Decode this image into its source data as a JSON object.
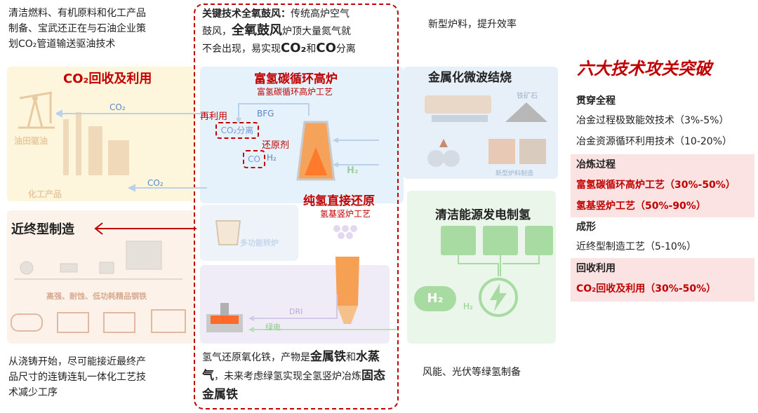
{
  "top_left_text": [
    "清洁燃料、有机原料和化工产品",
    "制备、宝武还正在与石油企业策",
    "划CO₂管道输送驱油技术"
  ],
  "top_right_text": "新型炉料，提升效率",
  "center_top": {
    "title": "关键技术全氧鼓风：",
    "line1_rest": "传统高炉空气",
    "line2_a": "鼓风，",
    "line2_b": "全氧鼓风",
    "line2_c": "炉顶大量氮气就",
    "line3_a": "不会出现，易实现",
    "line3_b": "CO₂",
    "line3_c": "和",
    "line3_d": "CO",
    "line3_e": "分离"
  },
  "co2_panel": {
    "title": "CO₂回收及利用",
    "co2_arrow_label": "CO₂",
    "co2_arrow_label2": "CO₂",
    "oil_label": "油田驱油",
    "chem_label": "化工产品"
  },
  "furnace_panel": {
    "title": "富氢碳循环高炉",
    "subtitle": "富氢碳循环高炉工艺",
    "recycle": "再利用",
    "co2_sep": "CO₂分离",
    "reductant": "还原剂",
    "co_h2": "CO  H₂",
    "bfg": "BFG",
    "h2": "H₂",
    "multi_furnace": "多功能转炉"
  },
  "microwave_panel": {
    "title": "金属化微波结烧",
    "ore": "铁矿石",
    "new_charge": "新型炉料制造"
  },
  "dri_panel": {
    "title": "纯氢直接还原",
    "subtitle": "氢基竖炉工艺",
    "dri": "DRI",
    "green_power": "绿电"
  },
  "energy_panel": {
    "title": "清洁能源发电制氢",
    "h2_tank": "H₂",
    "h2_small": "H₂"
  },
  "near_net": {
    "title": "近终型制造",
    "steel_label": "高强、耐蚀、低功耗精品钢铁"
  },
  "bottom_left_text": [
    "从浇铸开始，尽可能接近最终产",
    "品尺寸的连铸连轧一体化工艺技",
    "术减少工序"
  ],
  "bottom_center": {
    "a": "氢气还原氧化铁，产物是",
    "b": "金属铁",
    "c": "和",
    "d": "水蒸气",
    "e": "，未来考虑绿氢实现全氢竖",
    "f": "炉冶炼",
    "g": "固态金属铁"
  },
  "bottom_right_text": "风能、光伏等绿氢制备",
  "sidebar": {
    "heading": "六大技术攻关突破",
    "items": [
      {
        "label": "贯穿全程",
        "style": "section"
      },
      {
        "label": "冶金过程极致能效技术（3%-5%）",
        "style": "normal"
      },
      {
        "label": "冶金资源循环利用技术（10-20%）",
        "style": "normal"
      },
      {
        "label": "冶炼过程",
        "style": "section-hl"
      },
      {
        "label": "富氢碳循环高炉工艺（30%-50%）",
        "style": "red-hl"
      },
      {
        "label": "氢基竖炉工艺（50%-90%）",
        "style": "red-hl"
      },
      {
        "label": "成形",
        "style": "section"
      },
      {
        "label": "近终型制造工艺（5-10%）",
        "style": "normal"
      },
      {
        "label": "回收利用",
        "style": "section-hl"
      },
      {
        "label": "CO₂回收及利用（30%-50%）",
        "style": "red-hl"
      }
    ]
  },
  "colors": {
    "accent_red": "#c00000",
    "panel_yellow": "#fdf6dc",
    "panel_blue": "#e7f2fb",
    "panel_green": "#eaf6ea",
    "panel_purple": "#efecf8"
  }
}
